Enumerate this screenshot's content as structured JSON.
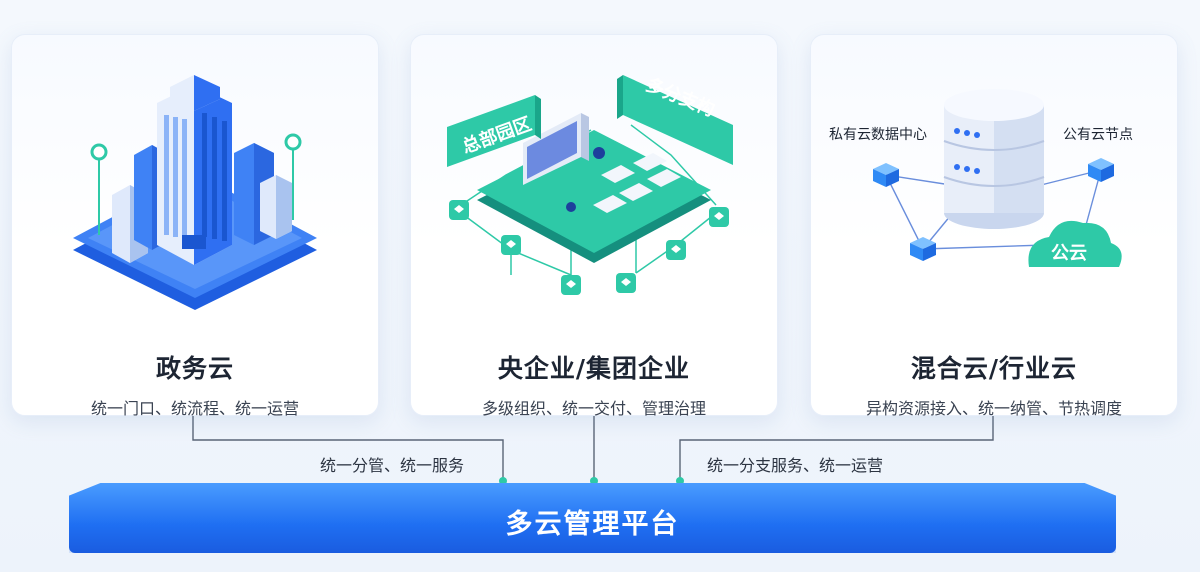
{
  "cards": [
    {
      "title": "政务云",
      "desc": "统一门口、统流程、统一运营"
    },
    {
      "title": "央企业/集团企业",
      "desc": "多级组织、统一交付、管理治理",
      "tags": [
        "总部园区",
        "多分支构"
      ]
    },
    {
      "title": "混合云/行业云",
      "desc": "异构资源接入、统一纳管、节热调度",
      "labels": [
        "私有云数据中心",
        "公有云节点",
        "公云"
      ]
    }
  ],
  "connectors": {
    "left_label": "统一分管、统一服务",
    "right_label": "统一分支服务、统一运营"
  },
  "platform": {
    "title": "多云管理平台"
  },
  "colors": {
    "blue": "#2f6ff2",
    "teal": "#2ec9a7",
    "dark_text": "#1d2533"
  }
}
